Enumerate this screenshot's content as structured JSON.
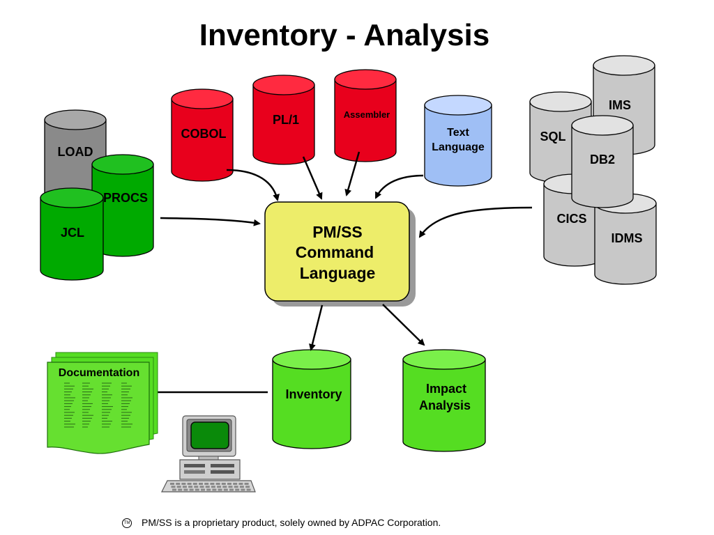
{
  "title": "Inventory - Analysis",
  "colors": {
    "red": "#e8001c",
    "green": "#00aa00",
    "light_green": "#55dd22",
    "gray": "#c8c8c8",
    "dark_gray": "#8a8a8a",
    "light_blue": "#9fbff5",
    "yellow": "#eded6a"
  },
  "sources": {
    "load": "LOAD",
    "procs": "PROCS",
    "jcl": "JCL",
    "cobol": "COBOL",
    "pl1": "PL/1",
    "assembler": "Assembler",
    "text_language_line1": "Text",
    "text_language_line2": "Language",
    "ims": "IMS",
    "sql": "SQL",
    "db2": "DB2",
    "cics": "CICS",
    "idms": "IDMS"
  },
  "center": {
    "line1": "PM/SS",
    "line2": "Command",
    "line3": "Language"
  },
  "outputs": {
    "inventory": "Inventory",
    "impact_line1": "Impact",
    "impact_line2": "Analysis",
    "documentation": "Documentation"
  },
  "footer": {
    "tm_symbol": "TM",
    "note": "PM/SS is a proprietary product, solely owned by ADPAC Corporation."
  }
}
